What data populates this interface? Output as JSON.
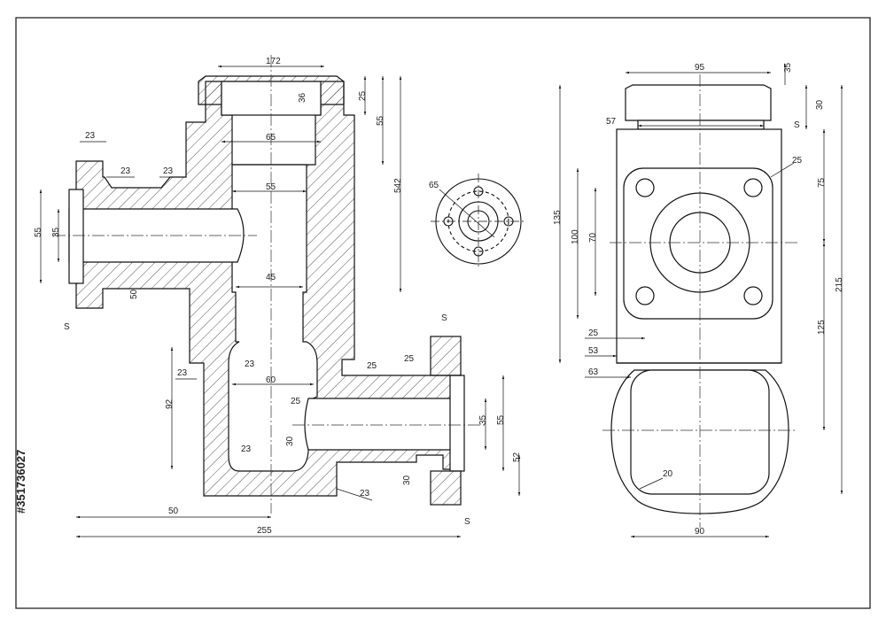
{
  "colors": {
    "ink": "#111111",
    "hatch": "#444444",
    "paper": "#ffffff"
  },
  "section_view": {
    "top_width": "172",
    "top_thread": "36",
    "top_collar": "25",
    "top_depth": "55",
    "bore_upper": "65",
    "bore_mid": "55",
    "bore_lower": "45",
    "total_height": "542",
    "left_flange_gap": "23",
    "left_fillet_1": "23",
    "left_fillet_2": "23",
    "left_flange_dia": "55",
    "left_bore_dia": "35",
    "left_wall": "50",
    "left_s": "S",
    "lower_fillet_left": "23",
    "lower_fillet_inner": "23",
    "chamber_width": "60",
    "chamber_height": "92",
    "outlet_fillet": "25",
    "outlet_wall": "30",
    "outlet_fillet_2": "25",
    "outlet_fillet_3": "25",
    "bottom_fillet_inner": "23",
    "bottom_fillet_outer": "23",
    "right_s_top": "S",
    "right_bore": "35",
    "right_flange": "55",
    "right_thick": "52",
    "right_bottom": "30",
    "right_s_bottom": "S",
    "length_left": "50",
    "length_total": "255"
  },
  "end_view": {
    "diameter": "65"
  },
  "side_view": {
    "top_width": "95",
    "top_cap": "35",
    "cap_height": "30",
    "neck": "57",
    "s_label": "S",
    "corner_radius": "25",
    "bolt_h": "75",
    "body_height": "135",
    "flange_height": "100",
    "bolt_spacing": "70",
    "overall_height": "215",
    "lower_height": "125",
    "bolt_offset": "25",
    "half_width": "53",
    "body_63": "63",
    "bottom_radius": "20",
    "bottom_width": "90"
  },
  "watermark": {
    "id": "#351736027"
  }
}
